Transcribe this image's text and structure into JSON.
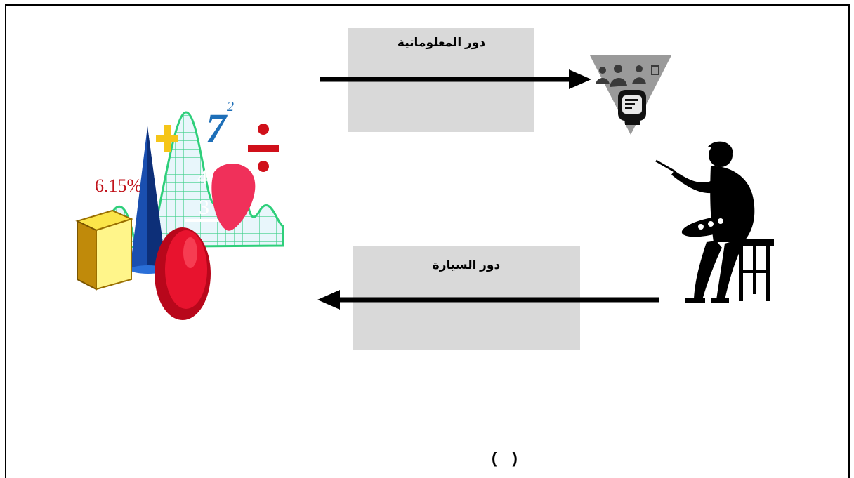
{
  "labels": {
    "informatics_role": "دور المعلوماتية",
    "car_role": "دور السيارة"
  },
  "caption": "( )",
  "math_clipart": {
    "percent_text": "6.15%",
    "power_base": "7",
    "power_exp": "2",
    "plus_sign": "+",
    "digits": [
      "4",
      "3"
    ]
  },
  "colors": {
    "box_fill": "#d9d9d9",
    "arrow": "#000000",
    "frame": "#000000"
  },
  "icons": [
    "math-clipart-icon",
    "computer-users-icon",
    "painter-silhouette-icon"
  ]
}
